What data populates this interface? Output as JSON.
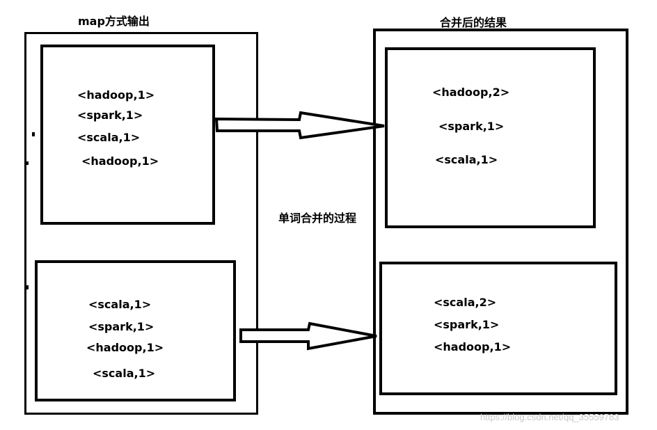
{
  "left_panel": {
    "title": "map方式输出",
    "top_box": {
      "pairs": [
        "<hadoop,1>",
        "<spark,1>",
        "<scala,1>",
        "<hadoop,1>"
      ]
    },
    "bottom_box": {
      "pairs": [
        "<scala,1>",
        "<spark,1>",
        "<hadoop,1>",
        "<scala,1>"
      ]
    }
  },
  "middle_label": "单词合并的过程",
  "right_panel": {
    "title": "合并后的结果",
    "top_box": {
      "pairs": [
        "<hadoop,2>",
        "<spark,1>",
        "<scala,1>"
      ]
    },
    "bottom_box": {
      "pairs": [
        "<scala,2>",
        "<spark,1>",
        "<hadoop,1>"
      ]
    }
  },
  "watermark": "https://blog.csdn.net/qq_35559783"
}
